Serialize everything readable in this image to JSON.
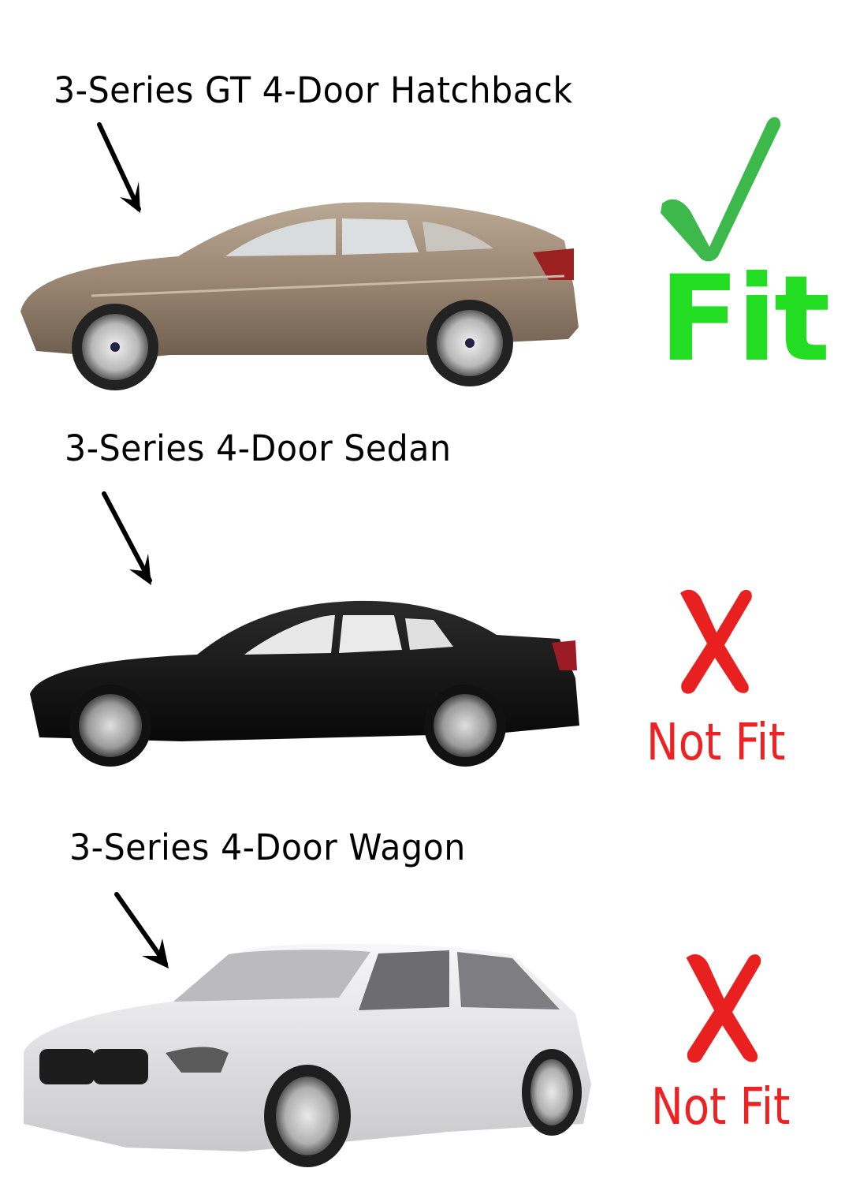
{
  "rows": [
    {
      "model_label": "3-Series GT 4-Door Hatchback",
      "car_color": "#9a8672",
      "car_image": "bronze-gt-hatchback-side-view",
      "status_icon": "checkmark-icon",
      "status_label": "Fit",
      "status_color": "#22dd22"
    },
    {
      "model_label": "3-Series 4-Door Sedan",
      "car_color": "#141414",
      "car_image": "black-sedan-side-view",
      "status_icon": "x-mark-icon",
      "status_label": "Not Fit",
      "status_color": "#ee2222"
    },
    {
      "model_label": "3-Series 4-Door Wagon",
      "car_color": "#e8e8ea",
      "car_image": "white-wagon-front-three-quarter-view",
      "status_icon": "x-mark-icon",
      "status_label": "Not Fit",
      "status_color": "#ee2222"
    }
  ],
  "colors": {
    "fit": "#22dd22",
    "check": "#3db84a",
    "not_fit": "#ee2222",
    "text": "#000000",
    "background": "#ffffff"
  }
}
